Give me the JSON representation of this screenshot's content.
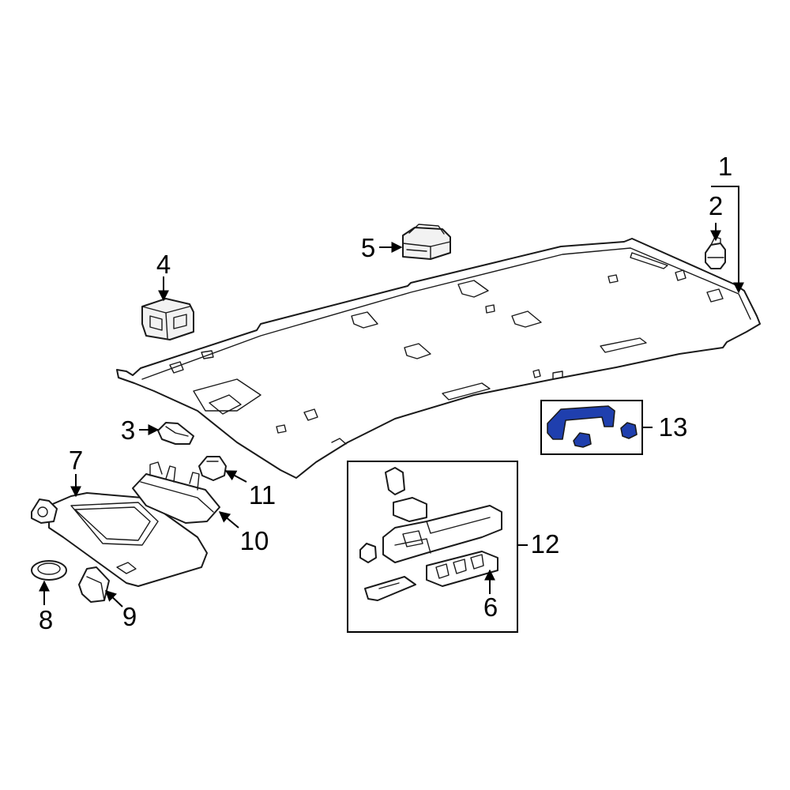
{
  "callouts": {
    "n1": "1",
    "n2": "2",
    "n3": "3",
    "n4": "4",
    "n5": "5",
    "n6": "6",
    "n7": "7",
    "n8": "8",
    "n9": "9",
    "n10": "10",
    "n11": "11",
    "n12": "12",
    "n13": "13"
  },
  "colors": {
    "highlight": "#1f3fae",
    "highlight_dark": "#142a80",
    "line": "#1a1a1a",
    "background": "#ffffff"
  }
}
